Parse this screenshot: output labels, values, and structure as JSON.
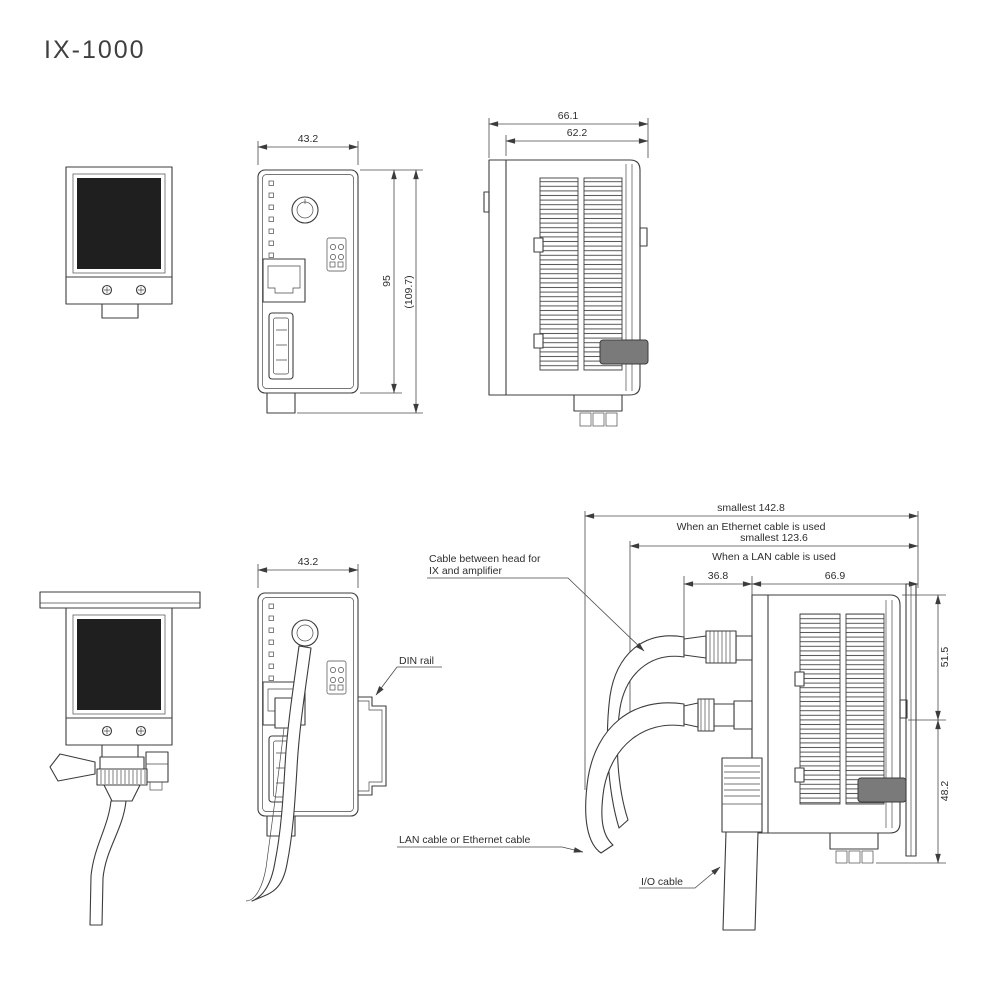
{
  "title": "IX-1000",
  "views": {
    "front_panel_top": {
      "dim_width": "43.2",
      "dim_height_body": "95",
      "dim_height_overall": "(109.7)"
    },
    "side_top": {
      "dim_width_overall": "66.1",
      "dim_width_body": "62.2"
    },
    "front_panel_bottom": {
      "dim_width": "43.2"
    },
    "side_bottom": {
      "dim_smallest_ethernet": "smallest 142.8",
      "note_ethernet": "When an Ethernet cable is used",
      "dim_smallest_lan": "smallest 123.6",
      "note_lan": "When a LAN cable is used",
      "dim_connector_depth": "36.8",
      "dim_body_depth": "66.9",
      "dim_height_upper": "51.5",
      "dim_height_lower": "48.2"
    }
  },
  "callouts": {
    "head_cable_line1": "Cable between head for",
    "head_cable_line2": "IX and amplifier",
    "din_rail": "DIN rail",
    "lan_or_ethernet_cable": "LAN cable or Ethernet cable",
    "io_cable": "I/O cable"
  }
}
